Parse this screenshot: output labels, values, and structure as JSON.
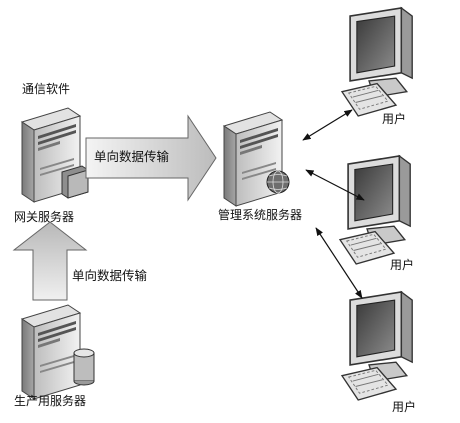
{
  "labels": {
    "comm_software": "通信软件",
    "gateway_server": "网关服务器",
    "production_server": "生产用服务器",
    "management_server": "管理系统服务器",
    "oneway_transfer_top": "单向数据传输",
    "oneway_transfer_vertical": "单向数据传输",
    "user_1": "用户",
    "user_2": "用户",
    "user_3": "用户"
  },
  "icons": {
    "server": "server-tower-icon",
    "database": "database-cylinder-icon",
    "globe": "globe-icon",
    "workstation": "computer-monitor-keyboard-icon"
  }
}
